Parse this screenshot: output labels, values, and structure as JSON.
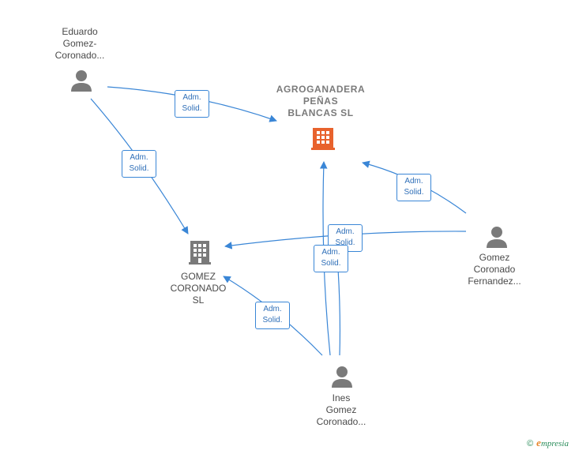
{
  "nodes": {
    "company_main": {
      "label": "AGROGANADERA\nPEÑAS\nBLANCAS  SL",
      "icon": "building-icon",
      "color": "#e8622d"
    },
    "company_other": {
      "label": "GOMEZ\nCORONADO\nSL",
      "icon": "building-icon",
      "color": "#7a7a7a"
    },
    "person_eduardo": {
      "label": "Eduardo\nGomez-\nCoronado...",
      "icon": "person-icon",
      "color": "#7a7a7a"
    },
    "person_gomez_fernandez": {
      "label": "Gomez\nCoronado\nFernandez...",
      "icon": "person-icon",
      "color": "#7a7a7a"
    },
    "person_ines": {
      "label": "Ines\nGomez\nCoronado...",
      "icon": "person-icon",
      "color": "#7a7a7a"
    }
  },
  "relations": [
    {
      "label": "Adm.\nSolid."
    },
    {
      "label": "Adm.\nSolid."
    },
    {
      "label": "Adm.\nSolid."
    },
    {
      "label": "Adm.\nSolid."
    },
    {
      "label": "Adm.\nSolid."
    },
    {
      "label": "Adm.\nSolid."
    }
  ],
  "edge_color": "#3a86d6",
  "footer": {
    "copyright": "©",
    "brand_initial": "e",
    "brand_rest": "mpresia"
  }
}
